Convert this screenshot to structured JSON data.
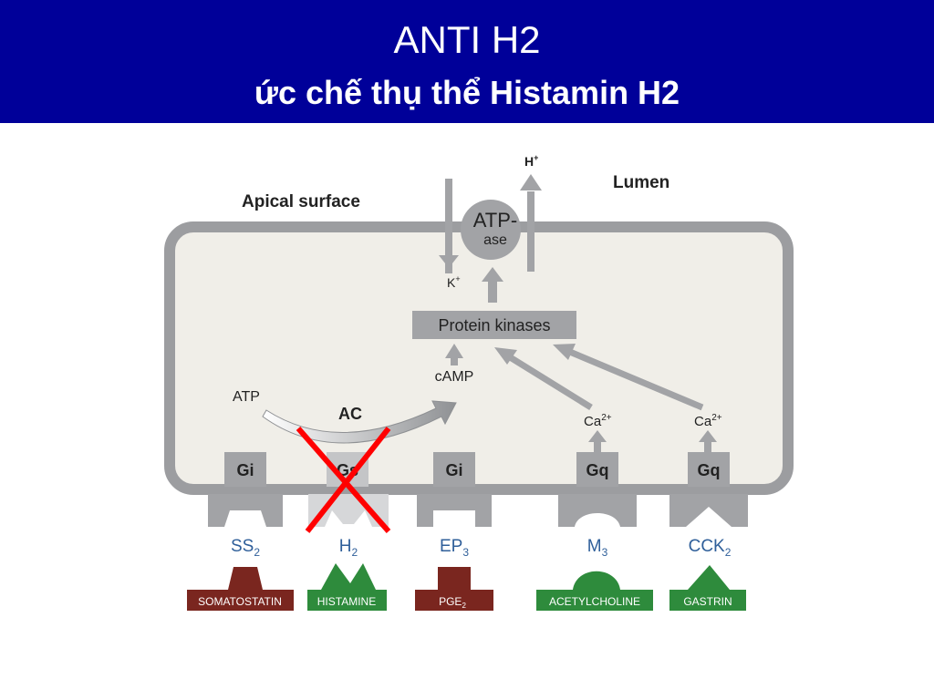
{
  "slide": {
    "title": "ANTI H2",
    "subtitle": "ức chế thụ thể Histamin H2"
  },
  "diagram": {
    "apical_surface": "Apical surface",
    "lumen": "Lumen",
    "h_plus": "H",
    "h_plus_sup": "+",
    "atpase_line1": "ATP-",
    "atpase_line2": "ase",
    "k_plus": "K",
    "k_plus_sup": "+",
    "protein_kinases": "Protein kinases",
    "camp": "cAMP",
    "atp": "ATP",
    "ac": "AC",
    "ca_1": "Ca",
    "ca_1_sup": "2+",
    "ca_2": "Ca",
    "ca_2_sup": "2+",
    "proteins": {
      "gi_1": "Gi",
      "gs": "Gs",
      "gi_2": "Gi",
      "gq_1": "Gq",
      "gq_2": "Gq"
    },
    "receptors": {
      "ss2": "SS",
      "ss2_sub": "2",
      "h2": "H",
      "h2_sub": "2",
      "ep3": "EP",
      "ep3_sub": "3",
      "m3": "M",
      "m3_sub": "3",
      "cck2": "CCK",
      "cck2_sub": "2"
    },
    "ligands": {
      "somatostatin": "SOMATOSTATIN",
      "histamine": "HISTAMINE",
      "pge2": "PGE",
      "pge2_sub": "2",
      "acetylcholine": "ACETYLCHOLINE",
      "gastrin": "GASTRIN"
    },
    "colors": {
      "cell_fill": "#f0eee8",
      "membrane": "#9c9da0",
      "arrow": "#a2a3a6",
      "inhibitory_ligand": "#7a261f",
      "stimulatory_ligand": "#2e8b3c",
      "blocked_cross": "#ff0000",
      "receptor_label": "#2f5f9a"
    }
  }
}
